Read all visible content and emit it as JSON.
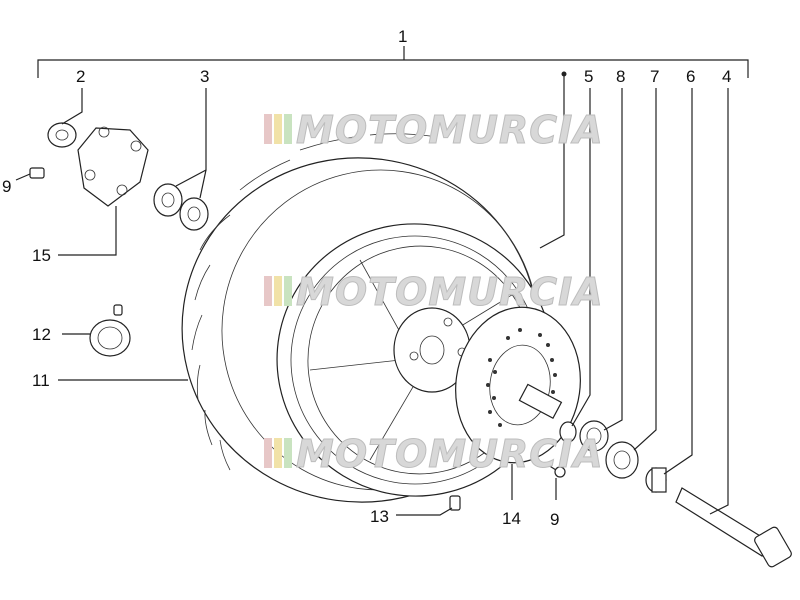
{
  "diagram": {
    "callouts": {
      "c1": "1",
      "c2": "2",
      "c3": "3",
      "c4": "4",
      "c5": "5",
      "c6": "6",
      "c7": "7",
      "c8": "8",
      "c9a": "9",
      "c9b": "9",
      "c11": "11",
      "c12": "12",
      "c13": "13",
      "c14": "14",
      "c15": "15"
    },
    "watermark": {
      "text": "MOTOMURCIA",
      "stripe_colors": [
        "#e7c7c7",
        "#f1e2a8",
        "#c9e3c0"
      ]
    },
    "colors": {
      "line": "#222222",
      "watermark": "#d8d8d8"
    }
  }
}
